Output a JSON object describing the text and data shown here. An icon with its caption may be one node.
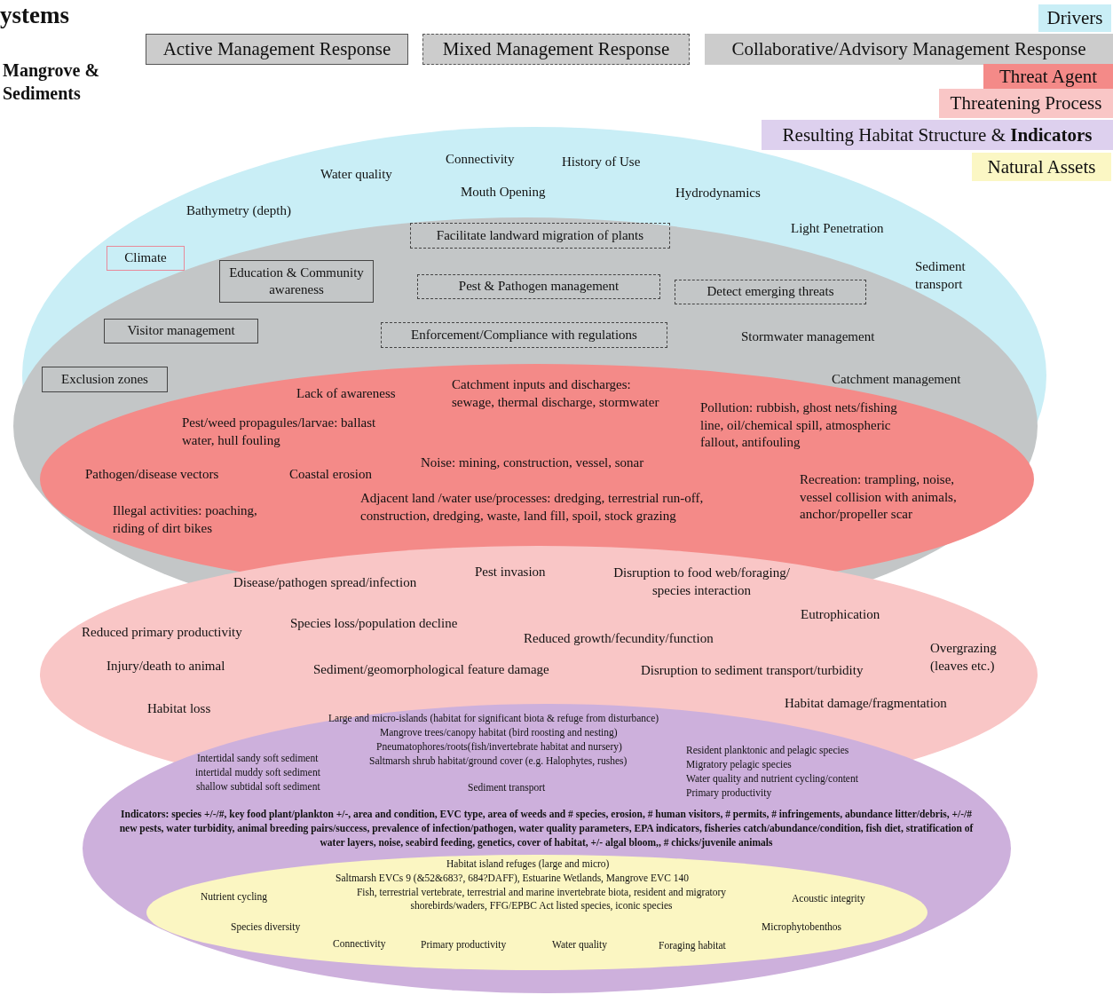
{
  "diagram": {
    "title": "ystems",
    "nodes": [
      {
        "text": [
          "Facilitate landward migration of plants"
        ]
      },
      {
        "text": [
          "Climate"
        ]
      },
      {
        "text": [
          "Education & Community awareness"
        ]
      },
      {
        "text": [
          "Pest & Pathogen management"
        ]
      },
      {
        "text": [
          "Detect emerging threats"
        ]
      },
      {
        "text": [
          "Visitor management"
        ]
      },
      {
        "text": [
          "Enforcement/Compliance with regulations"
        ]
      },
      {
        "text": [
          "Exclusion zones"
        ]
      }
    ],
    "edges": [],
    "labels": [
      "Mangrove & Sediments",
      "Connectivity",
      "History of Use",
      "Water quality",
      "Mouth Opening",
      "Hydrodynamics",
      "Bathymetry (depth)",
      "Light Penetration",
      "Sediment transport",
      "Stormwater management",
      "Catchment management",
      "Catchment inputs and discharges: sewage, thermal discharge, stormwater",
      "Lack of awareness",
      "Pollution: rubbish, ghost nets/fishing line, oil/chemical spill, atmospheric fallout, antifouling",
      "Pest/weed propagules/larvae: ballast water, hull fouling",
      "Noise: mining, construction, vessel, sonar",
      "Pathogen/disease vectors",
      "Coastal erosion",
      "Recreation: trampling, noise, vessel collision with animals, anchor/propeller scar",
      "Adjacent land /water use/processes: dredging, terrestrial run-off, construction, dredging,  waste, land fill, spoil, stock grazing",
      "Illegal activities: poaching, riding of dirt bikes",
      "Pest invasion",
      "Disruption to food web/foraging/ species interaction",
      "Disease/pathogen spread/infection",
      "Eutrophication",
      "Species loss/population decline",
      "Reduced primary productivity",
      "Reduced growth/fecundity/function",
      "Overgrazing (leaves etc.)",
      "Injury/death to animal",
      "Sediment/geomorphological feature damage",
      "Disruption to sediment transport/turbidity",
      "Habitat loss",
      "Habitat damage/fragmentation",
      "Large and micro-islands (habitat for significant biota & refuge from disturbance)",
      "Mangrove trees/canopy habitat (bird roosting and nesting)",
      "Pneumatophores/roots(fish/invertebrate habitat and nursery)",
      "Resident planktonic and pelagic species",
      "Intertidal sandy soft sediment",
      "Saltmarsh shrub habitat/ground cover (e.g. Halophytes, rushes)",
      "Migratory pelagic species",
      "intertidal muddy soft sediment",
      "Water quality and nutrient cycling/content",
      "shallow subtidal soft sediment",
      "Sediment transport",
      "Primary productivity",
      "Indicators: species +/-/#, key food plant/plankton +/-, area and condition, EVC type, area of weeds and # species, erosion,  # human visitors, # permits, # infringements, abundance litter/debris, +/-/# new pests, water turbidity,  animal breeding pairs/success, prevalence of infection/pathogen, water quality parameters, EPA indicators, fisheries catch/abundance/condition, fish diet, stratification of water layers, noise, seabird feeding, genetics, cover of habitat, +/- algal bloom,, # chicks/juvenile animals",
      "Habitat island refuges (large and micro)",
      "Saltmarsh EVCs 9 (&52&683?, 684?DAFF), Estuarine Wetlands, Mangrove EVC 140",
      "Fish, terrestrial vertebrate, terrestrial and marine invertebrate biota, resident and migratory shorebirds/waders, FFG/EPBC Act listed species, iconic species",
      "Nutrient cycling",
      "Acoustic integrity",
      "Species diversity",
      "Microphytobenthos",
      "Connectivity",
      "Primary productivity",
      "Water quality",
      "Foraging habitat"
    ],
    "legend": [
      {
        "text": "Drivers",
        "color": "#c9eef6"
      },
      {
        "text": "Active Management Response",
        "color": "#cccccc"
      },
      {
        "text": "Mixed Management Response",
        "color": "#cccccc"
      },
      {
        "text": "Collaborative/Advisory Management Response",
        "color": "#cccccc"
      },
      {
        "text": "Threat Agent",
        "color": "#f48a88"
      },
      {
        "text": "Threatening Process",
        "color": "#f9c6c6"
      },
      {
        "text": "Resulting Habitat Structure & **Indicators**",
        "color": "#ddd0ee"
      },
      {
        "text": "Natural Assets",
        "color": "#fbf7c4"
      }
    ]
  }
}
